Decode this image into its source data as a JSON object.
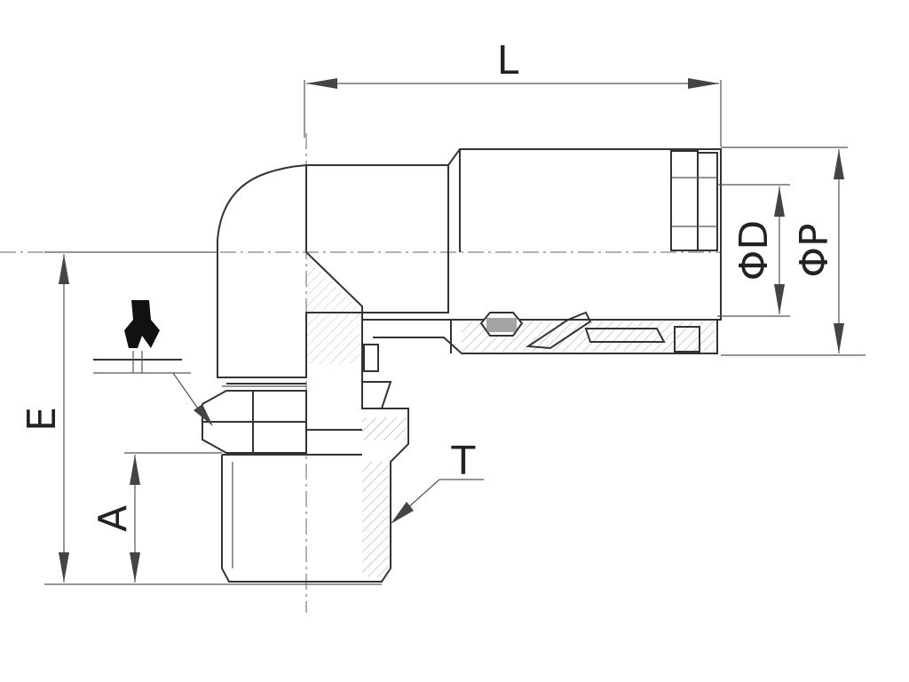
{
  "labels": {
    "L": "L",
    "E": "E",
    "A": "A",
    "T": "T",
    "D": "ΦD",
    "P": "ΦP"
  }
}
